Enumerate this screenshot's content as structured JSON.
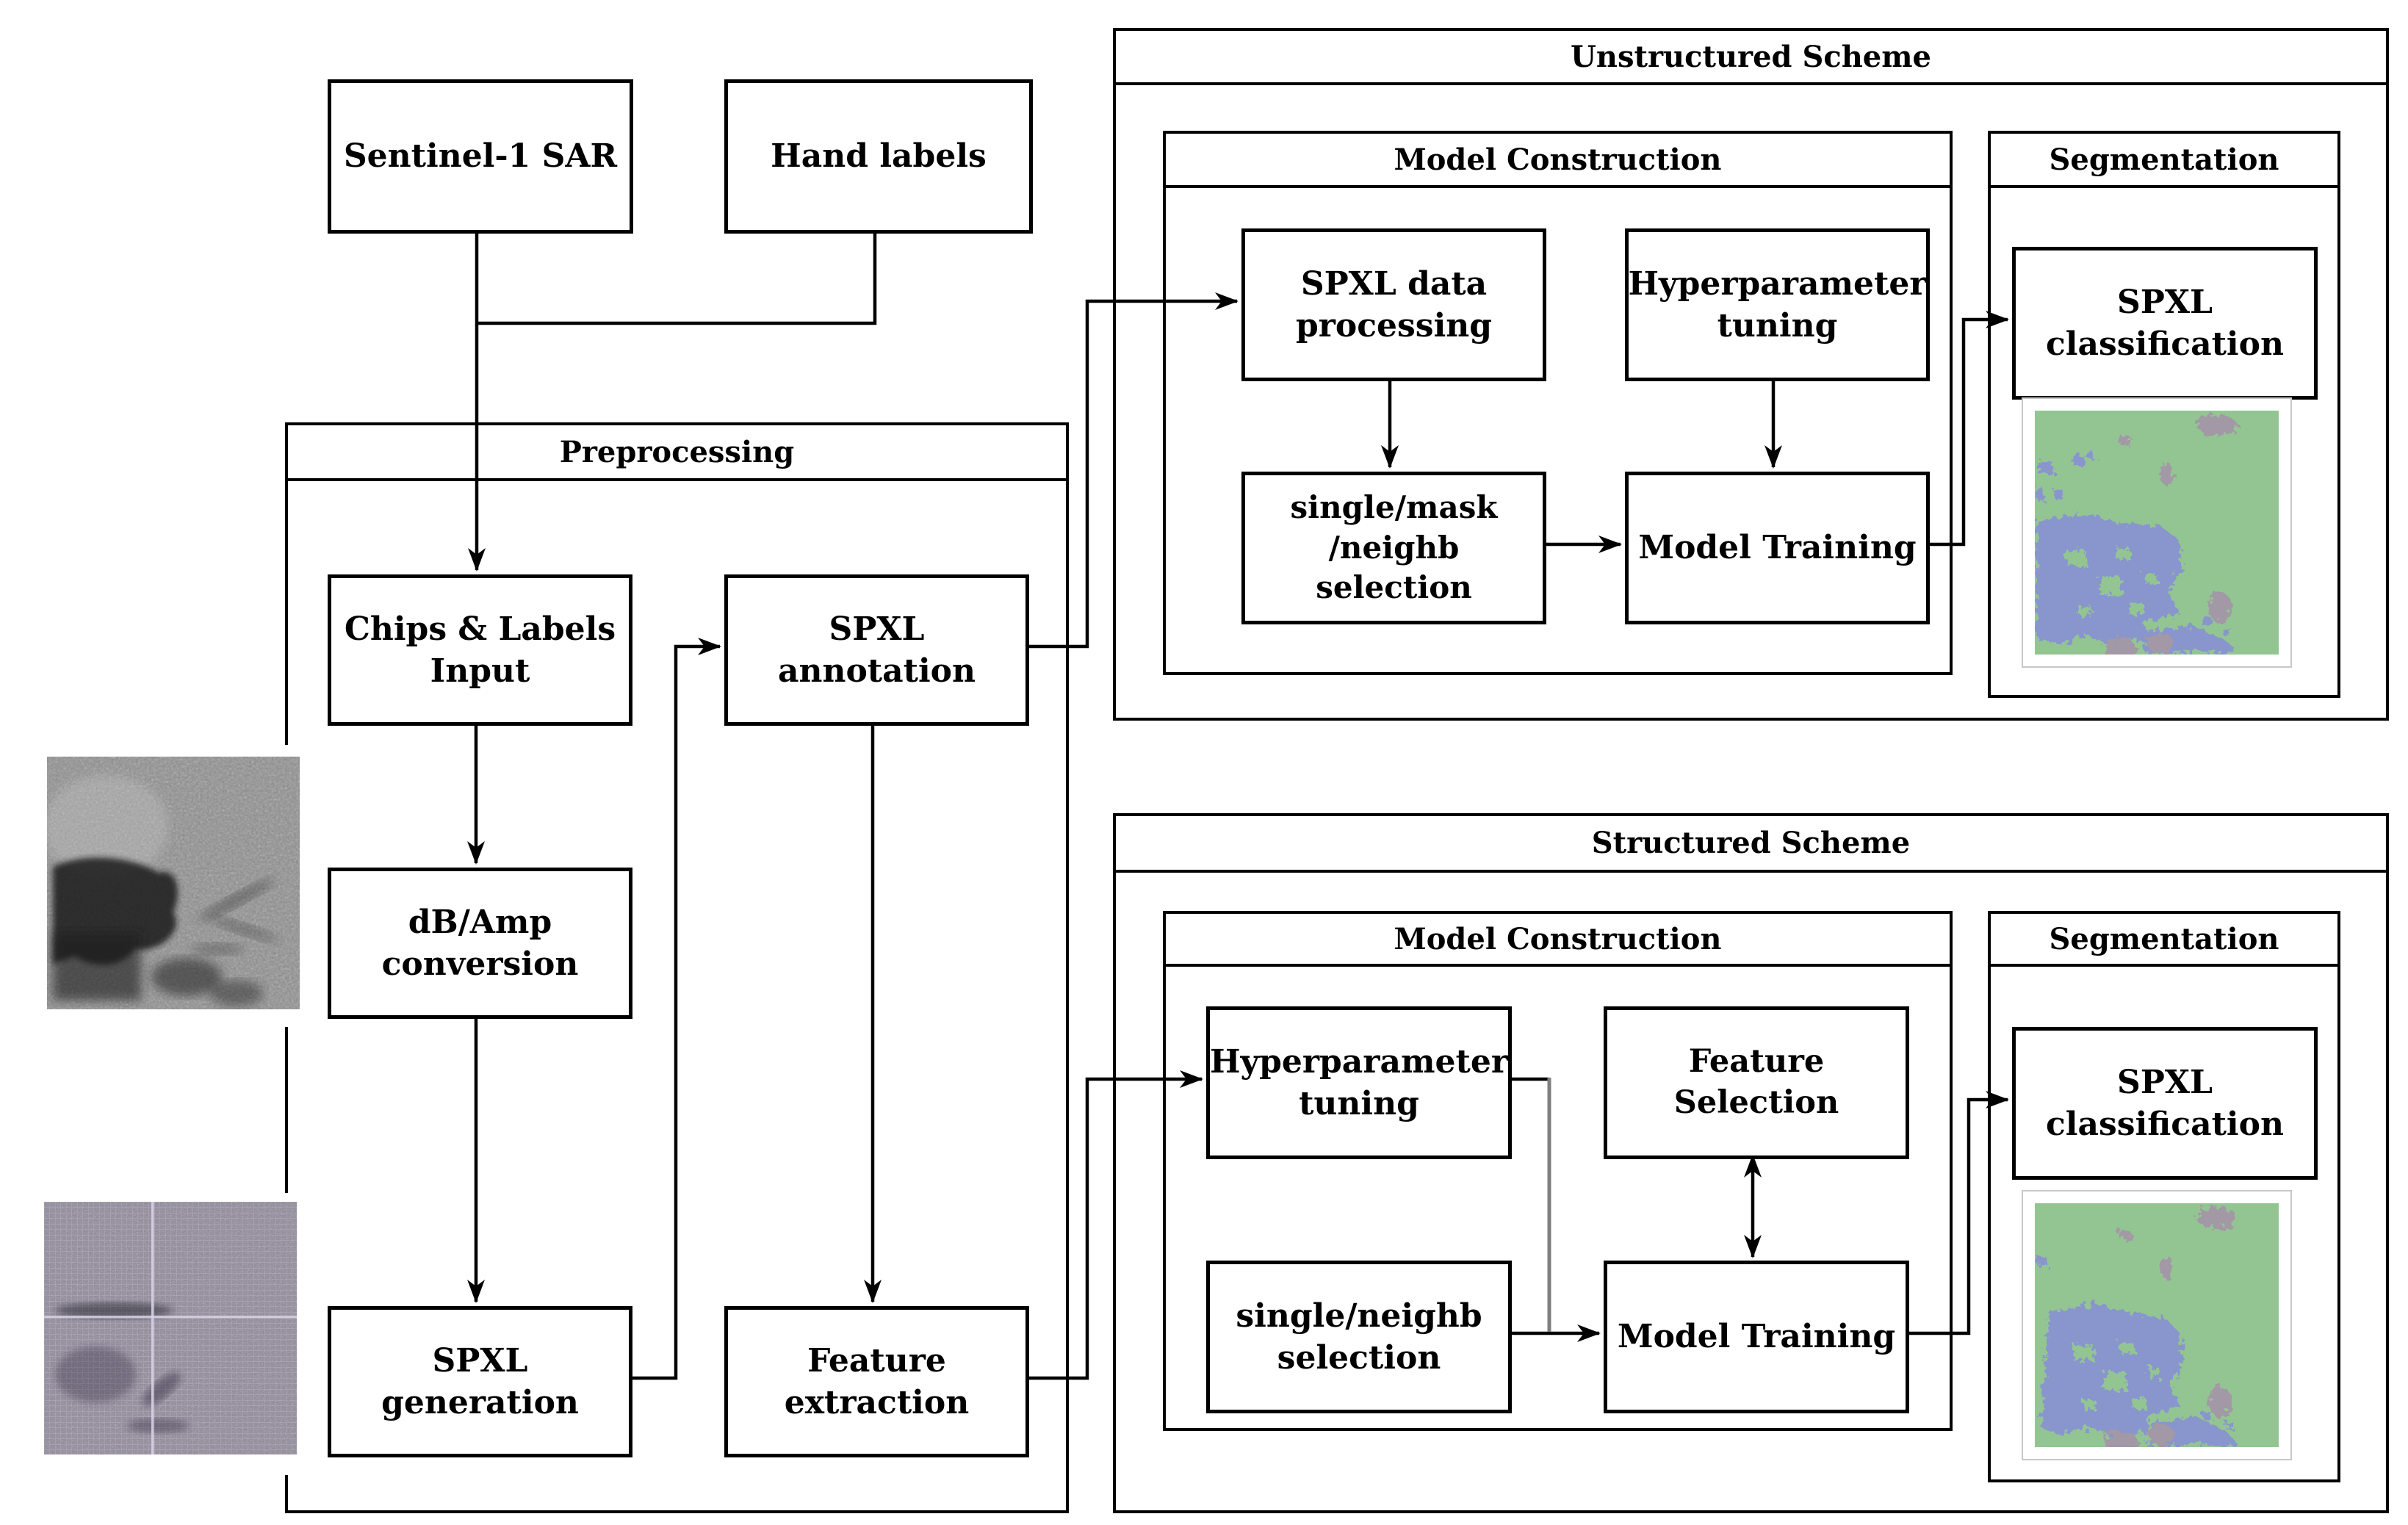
{
  "diagram": {
    "inputs": {
      "sentinel_sar": "Sentinel-1 SAR",
      "hand_labels": "Hand labels"
    },
    "preprocessing": {
      "title": "Preprocessing",
      "chips_labels_input": "Chips & Labels\nInput",
      "db_amp_conversion": "dB/Amp\nconversion",
      "spxl_generation": "SPXL\ngeneration",
      "spxl_annotation": "SPXL\nannotation",
      "feature_extraction": "Feature\nextraction"
    },
    "unstructured_scheme": {
      "title": "Unstructured Scheme",
      "model_construction": {
        "title": "Model Construction",
        "spxl_data_processing": "SPXL data\nprocessing",
        "hyperparameter_tuning": "Hyperparameter\ntuning",
        "single_mask_neighb_selection": "single/mask\n/neighb\nselection",
        "model_training": "Model Training"
      },
      "segmentation": {
        "title": "Segmentation",
        "spxl_classification": "SPXL\nclassification"
      }
    },
    "structured_scheme": {
      "title": "Structured Scheme",
      "model_construction": {
        "title": "Model Construction",
        "hyperparameter_tuning": "Hyperparameter\ntuning",
        "feature_selection": "Feature Selection",
        "single_neighb_selection": "single/neighb\nselection",
        "model_training": "Model Training"
      },
      "segmentation": {
        "title": "Segmentation",
        "spxl_classification": "SPXL\nclassification"
      }
    },
    "images": {
      "sar_chip": "grayscale-sar-chip-thumbnail",
      "spxl_chip": "purple-superpixel-grid-chip-thumbnail",
      "segmentation_result_unstructured": "green-map-with-periwinkle-ice-blobs",
      "segmentation_result_structured": "green-map-with-periwinkle-ice-blobs"
    }
  },
  "colors": {
    "line_black": "#000000",
    "gray_connector": "#7f7f7f",
    "frame_gray": "#c8c8c8",
    "seg_green": "#93c593",
    "seg_blue": "#8995cd",
    "seg_mauve": "#a398a5",
    "sar_base": "#8e8e8e",
    "spxl_base": "#8d8698",
    "spxl_grid": "#cfc8dd"
  }
}
